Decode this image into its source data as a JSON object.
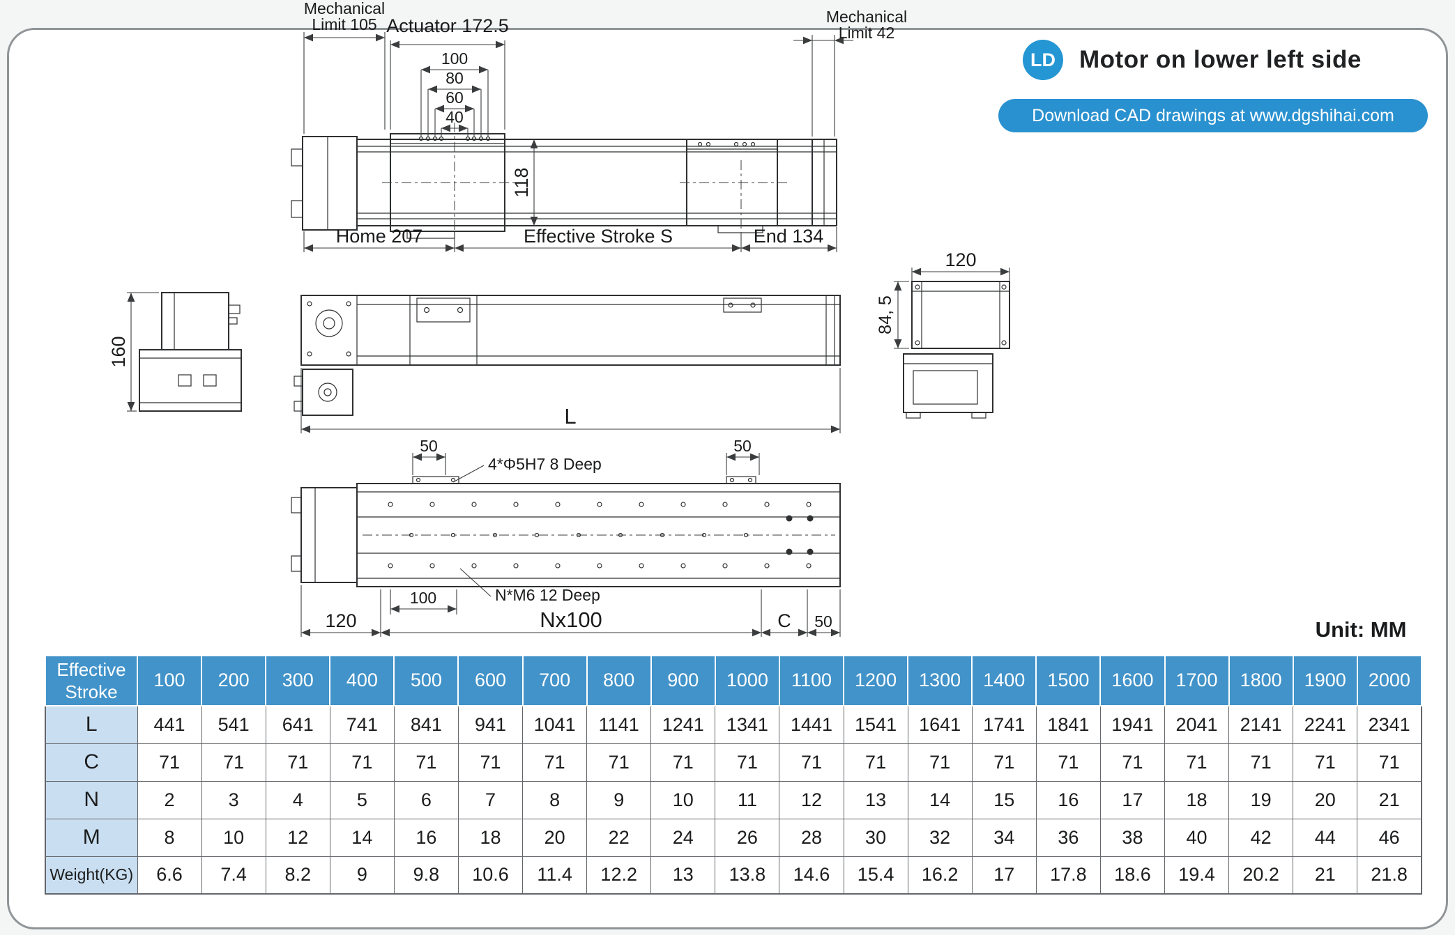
{
  "header": {
    "badge": "LD",
    "title": "Motor on lower left side",
    "banner": "Download CAD drawings at www.dgshihai.com"
  },
  "drawings": {
    "front_view": {
      "mech_limit_left_1": "Mechanical",
      "mech_limit_left_2": "Limit 105",
      "actuator_dim": "Actuator 172.5",
      "dim_100": "100",
      "dim_80": "80",
      "dim_60": "60",
      "dim_40": "40",
      "dim_118": "118",
      "mech_limit_right_1": "Mechanical",
      "mech_limit_right_2": "Limit 42",
      "home_dim": "Home 207",
      "stroke_dim": "Effective Stroke S",
      "end_dim": "End 134"
    },
    "side_view": {
      "dim_160": "160"
    },
    "plan_view": {
      "dim_length": "L"
    },
    "end_view": {
      "dim_120": "120",
      "dim_height": "84, 5"
    },
    "bottom_view": {
      "dim_50_left": "50",
      "dim_50_right": "50",
      "hole_note_top": "4*Φ5H7  8 Deep",
      "dim_100": "100",
      "hole_note_bottom": "N*M6  12 Deep",
      "dim_120": "120",
      "dim_nx100": "Nx100",
      "dim_c": "C",
      "dim_50_bottom": "50"
    },
    "unit_note": "Unit: MM"
  },
  "table": {
    "corner_label": "Effective Stroke",
    "strokes": [
      "100",
      "200",
      "300",
      "400",
      "500",
      "600",
      "700",
      "800",
      "900",
      "1000",
      "1100",
      "1200",
      "1300",
      "1400",
      "1500",
      "1600",
      "1700",
      "1800",
      "1900",
      "2000"
    ],
    "rows": [
      {
        "label": "L",
        "values": [
          "441",
          "541",
          "641",
          "741",
          "841",
          "941",
          "1041",
          "1141",
          "1241",
          "1341",
          "1441",
          "1541",
          "1641",
          "1741",
          "1841",
          "1941",
          "2041",
          "2141",
          "2241",
          "2341"
        ]
      },
      {
        "label": "C",
        "values": [
          "71",
          "71",
          "71",
          "71",
          "71",
          "71",
          "71",
          "71",
          "71",
          "71",
          "71",
          "71",
          "71",
          "71",
          "71",
          "71",
          "71",
          "71",
          "71",
          "71"
        ]
      },
      {
        "label": "N",
        "values": [
          "2",
          "3",
          "4",
          "5",
          "6",
          "7",
          "8",
          "9",
          "10",
          "11",
          "12",
          "13",
          "14",
          "15",
          "16",
          "17",
          "18",
          "19",
          "20",
          "21"
        ]
      },
      {
        "label": "M",
        "values": [
          "8",
          "10",
          "12",
          "14",
          "16",
          "18",
          "20",
          "22",
          "24",
          "26",
          "28",
          "30",
          "32",
          "34",
          "36",
          "38",
          "40",
          "42",
          "44",
          "46"
        ]
      },
      {
        "label": "Weight(KG)",
        "values": [
          "6.6",
          "7.4",
          "8.2",
          "9",
          "9.8",
          "10.6",
          "11.4",
          "12.2",
          "13",
          "13.8",
          "14.6",
          "15.4",
          "16.2",
          "17",
          "17.8",
          "18.6",
          "19.4",
          "20.2",
          "21",
          "21.8"
        ]
      }
    ]
  }
}
